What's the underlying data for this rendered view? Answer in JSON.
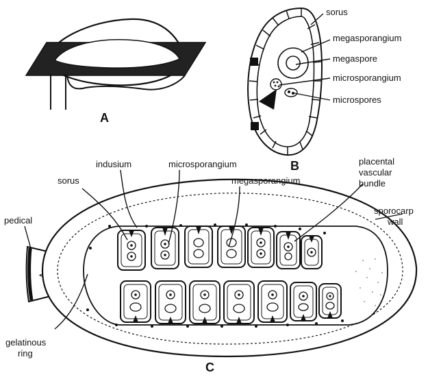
{
  "panels": {
    "a": {
      "letter": "A"
    },
    "b": {
      "letter": "B",
      "labels": {
        "sorus": "sorus",
        "megasporangium": "megasporangium",
        "megaspore": "megaspore",
        "microsporangium": "microsporangium",
        "microspores": "microspores"
      }
    },
    "c": {
      "letter": "C",
      "labels": {
        "indusium": "indusium",
        "microsporangium": "microsporangium",
        "sorus": "sorus",
        "megasporangium": "megasporangium",
        "placental_line1": "placental",
        "placental_line2": "vascular",
        "placental_line3": "bundle",
        "sporocarp_line1": "sporocarp",
        "sporocarp_line2": "wall",
        "pedicel": "pedical",
        "gelatinous_line1": "gelatinous",
        "gelatinous_line2": "ring"
      }
    }
  },
  "colors": {
    "ink": "#111111",
    "background": "#ffffff"
  }
}
